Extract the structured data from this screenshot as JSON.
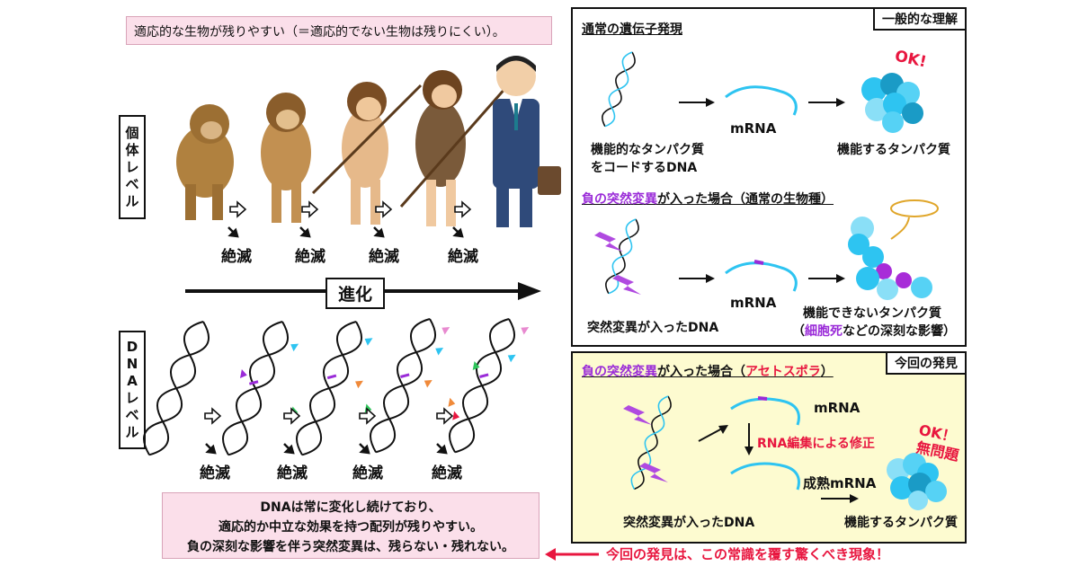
{
  "top_note": "適応的な生物が残りやすい（＝適応的でない生物は残りにくい）。",
  "individual_level_label": [
    "個",
    "体",
    "レ",
    "ベ",
    "ル"
  ],
  "dna_level_label": [
    "D",
    "N",
    "A",
    "レ",
    "ベ",
    "ル"
  ],
  "extinct_label": "絶滅",
  "evolution_label": "進化",
  "bottom_note": [
    "DNAは常に変化し続けており、",
    "適応的か中立な効果を持つ配列が残りやすい。",
    "負の深刻な影響を伴う突然変異は、残らない・残れない。"
  ],
  "panel_general": {
    "tag": "一般的な理解",
    "normal_title": "通常の遺伝子発現",
    "dna_caption": [
      "機能的なタンパク質",
      "をコードするDNA"
    ],
    "mrna": "mRNA",
    "protein_caption": "機能するタンパク質",
    "ok": "OK!",
    "mut_title_purple": "負の突然変異",
    "mut_title_rest": "が入った場合（通常の生物種）",
    "mut_dna_caption": "突然変異が入ったDNA",
    "mut_mrna": "mRNA",
    "mut_protein_caption": "機能できないタンパク質",
    "mut_effect_open": "（",
    "mut_effect_purple": "細胞死",
    "mut_effect_rest": "などの深刻な影響）"
  },
  "panel_discovery": {
    "tag": "今回の発見",
    "title_purple": "負の突然変異",
    "title_mid": "が入った場合（",
    "title_red": "アセトスポラ",
    "title_close": "）",
    "mrna": "mRNA",
    "editing": "RNA編集による修正",
    "mature_mrna": "成熟mRNA",
    "ok": "OK！",
    "no_problem": "無問題",
    "dna_caption": "突然変異が入ったDNA",
    "protein_caption": "機能するタンパク質"
  },
  "bottom_callout": "今回の発見は、この常識を覆す驚くべき現象！",
  "colors": {
    "pink_box": "#fbdfea",
    "yellow_panel": "#fdfbd0",
    "purple": "#9a2bd8",
    "red": "#e8163f",
    "cyan": "#2ec4f1"
  }
}
